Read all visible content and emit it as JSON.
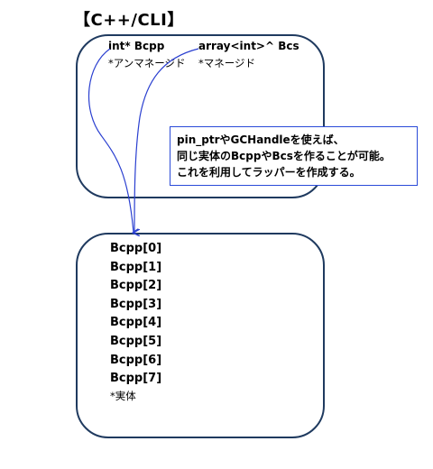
{
  "title": "【C++/CLI】",
  "top_box": {
    "decl_left": "int*  Bcpp",
    "decl_right": "array<int>^  Bcs",
    "note_left": "*アンマネージド",
    "note_right": "*マネージド"
  },
  "callout": {
    "lines": [
      "pin_ptrやGCHandleを使えば、",
      "同じ実体のBcppやBcsを作ることが可能。",
      "これを利用してラッパーを作成する。"
    ]
  },
  "bottom_box": {
    "elements": [
      "Bcpp[0]",
      "Bcpp[1]",
      "Bcpp[2]",
      "Bcpp[3]",
      "Bcpp[4]",
      "Bcpp[5]",
      "Bcpp[6]",
      "Bcpp[7]"
    ],
    "note": "*実体"
  },
  "colors": {
    "box_border": "#1f3a5f",
    "arrow": "#2a3fd0",
    "callout_border": "#2a4ad8"
  }
}
